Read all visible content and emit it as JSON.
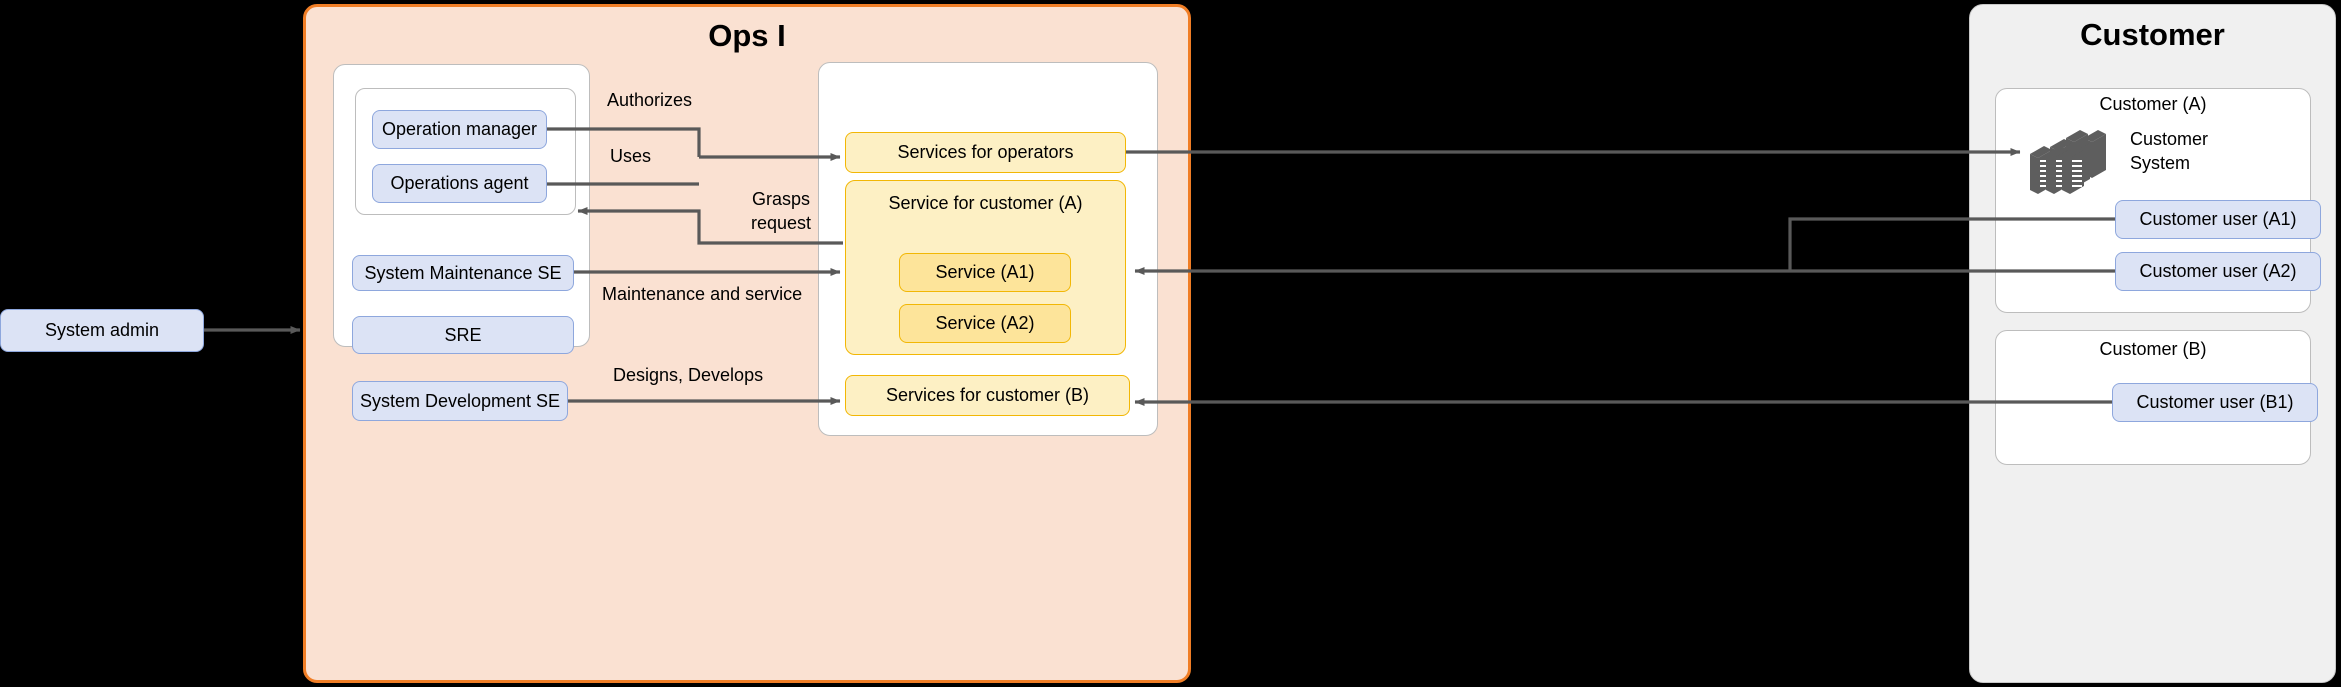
{
  "zones": {
    "ops": {
      "title": "Ops I",
      "accent": "#f07e26",
      "fill": "#fae1d2"
    },
    "customer": {
      "title": "Customer",
      "fill": "#f0f0f0",
      "border": "#c8c8c8"
    }
  },
  "external": {
    "system_admin": "System admin"
  },
  "ops": {
    "roles": {
      "operation_manager": "Operation manager",
      "operations_agent": "Operations agent",
      "system_maintenance_se": "System Maintenance SE",
      "sre": "SRE",
      "system_development_se": "System Development SE"
    },
    "services": {
      "services_for_operators": "Services for operators",
      "service_for_customer_a": "Service for customer (A)",
      "service_a1": "Service (A1)",
      "service_a2": "Service (A2)",
      "services_for_customer_b": "Services for customer (B)"
    }
  },
  "customer": {
    "group_a_label": "Customer (A)",
    "group_b_label": "Customer (B)",
    "customer_system": "Customer\nSystem",
    "customer_system_line1": "Customer",
    "customer_system_line2": "System",
    "users": {
      "a1": "Customer user (A1)",
      "a2": "Customer user (A2)",
      "b1": "Customer user (B1)"
    }
  },
  "edges": {
    "authorizes": "Authorizes",
    "uses": "Uses",
    "grasps_request": "Grasps\nrequest",
    "grasps_request_line1": "Grasps",
    "grasps_request_line2": "request",
    "maintenance_and_service": "Maintenance and service",
    "designs_develops": "Designs, Develops"
  },
  "colors": {
    "blue_fill": "#dce3f5",
    "blue_border": "#8ea7dd",
    "yellow_fill": "#fdf0c4",
    "yellow_deep_fill": "#fde49a",
    "yellow_border": "#f2b705",
    "wire": "#595959",
    "server_icon": "#5e5e5e"
  }
}
